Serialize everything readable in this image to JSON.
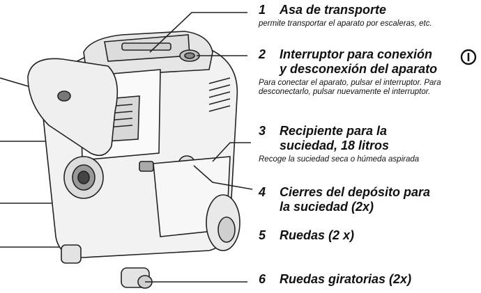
{
  "items": [
    {
      "num": "1",
      "title": "Asa de transporte",
      "desc": "permite transportar el aparato por escaleras, etc."
    },
    {
      "num": "2",
      "title_line1": "Interruptor para conexión",
      "title_line2": "y desconexión del aparato",
      "desc": "Para conectar el aparato, pulsar el interruptor. Para desconectarlo, pulsar nuevamente el interruptor."
    },
    {
      "num": "3",
      "title_line1": "Recipiente para la",
      "title_line2": "suciedad, 18 litros",
      "desc": "Recoge la suciedad seca o húmeda aspirada"
    },
    {
      "num": "4",
      "title_line1": "Cierres del depósito para",
      "title_line2": "la suciedad (2x)"
    },
    {
      "num": "5",
      "title": "Ruedas (2 x)"
    },
    {
      "num": "6",
      "title": "Ruedas giratorias (2x)"
    }
  ]
}
